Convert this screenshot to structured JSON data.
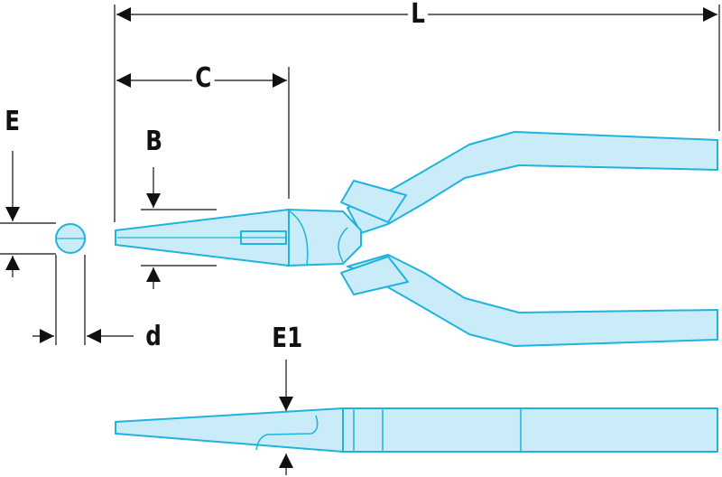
{
  "labels": {
    "L": "L",
    "C": "C",
    "B": "B",
    "E": "E",
    "d": "d",
    "E1": "E1"
  },
  "colors": {
    "fill": "#c9ecf8",
    "outline": "#1fb3dd",
    "line": "#111111"
  }
}
